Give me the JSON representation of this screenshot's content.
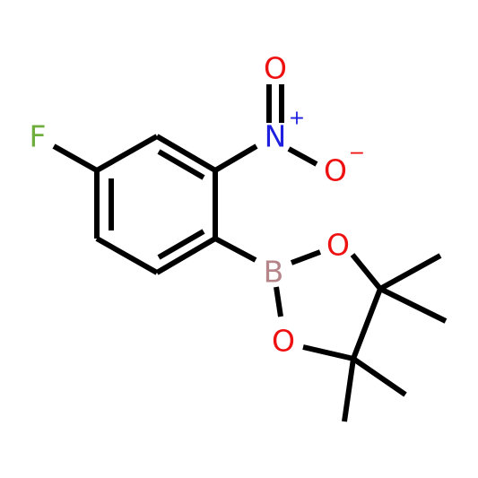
{
  "molecule": {
    "atoms": {
      "fluorine": {
        "label": "F",
        "color": "#6fae3c"
      },
      "nitrogen": {
        "label": "N",
        "charge": "+",
        "color": "#1f1fe0"
      },
      "oxygen_double": {
        "label": "O",
        "color": "#ee1111"
      },
      "oxygen_single": {
        "label": "O",
        "charge": "−",
        "color": "#ee1111"
      },
      "boron": {
        "label": "B",
        "color": "#b5858a"
      },
      "ring_oxygen_1": {
        "label": "O",
        "color": "#ee1111"
      },
      "ring_oxygen_2": {
        "label": "O",
        "color": "#ee1111"
      }
    },
    "bond_color": "#000000"
  }
}
